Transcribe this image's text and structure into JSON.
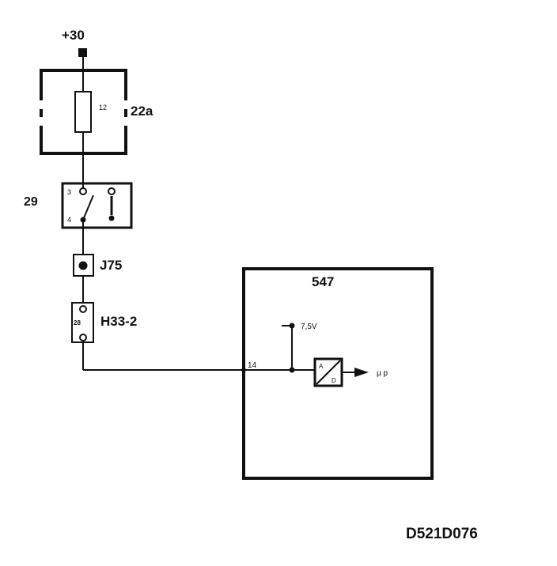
{
  "supply": {
    "label": "+30"
  },
  "fuse_box": {
    "label": "22a",
    "fuse_number": "12"
  },
  "switch": {
    "label": "29",
    "pin_top": "3",
    "pin_bottom": "4"
  },
  "connector_j75": {
    "label": "J75"
  },
  "connector_h33": {
    "label": "H33-2",
    "pin": "28"
  },
  "ecu": {
    "label": "547",
    "input_pin": "14",
    "reference_voltage": "7,5V",
    "adc_in": "A",
    "adc_out": "D",
    "output_label": "µ p"
  },
  "diagram_id": "D521D076"
}
